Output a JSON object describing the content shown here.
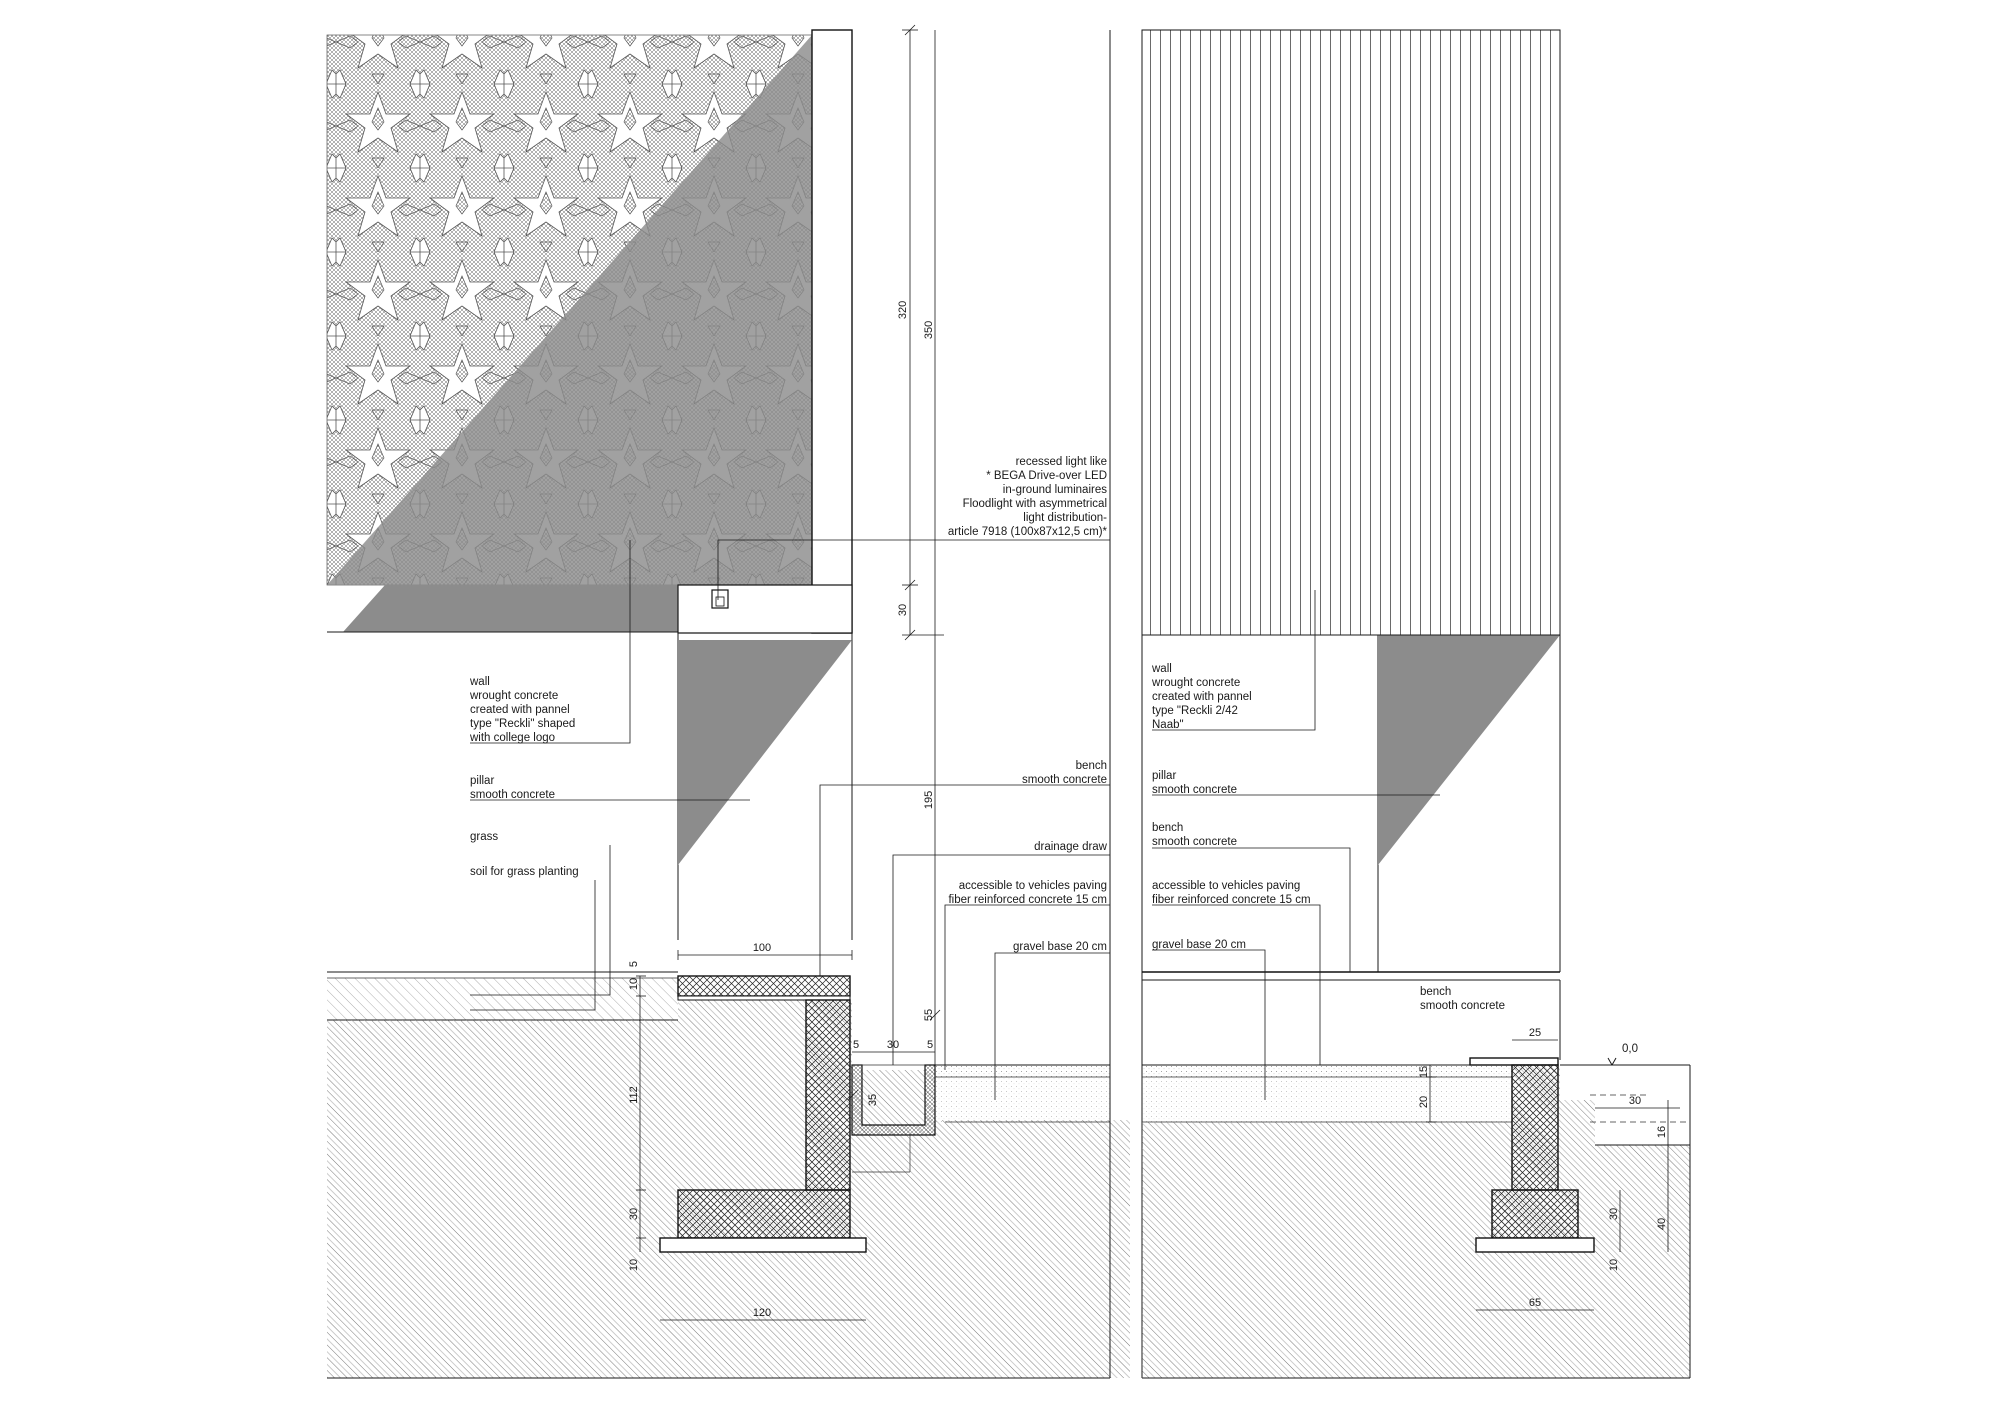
{
  "labels": {
    "recessed_light": [
      "recessed light like",
      "* BEGA Drive-over LED",
      "in-ground luminaires",
      "Floodlight with asymmetrical",
      "light distribution-",
      "article 7918 (100x87x12,5 cm)*"
    ],
    "wall_left": [
      "wall",
      "wrought concrete",
      "created with pannel",
      "type \"Reckli\" shaped",
      "with college logo"
    ],
    "pillar_left": [
      "pillar",
      "smooth concrete"
    ],
    "grass": "grass",
    "soil": "soil for grass planting",
    "bench_left": [
      "bench",
      "smooth concrete"
    ],
    "drainage": "drainage draw",
    "paving_left": [
      "accessible to vehicles paving",
      "fiber reinforced concrete 15 cm"
    ],
    "gravel_left": "gravel base 20 cm",
    "wall_right": [
      "wall",
      "wrought concrete",
      "created with pannel",
      "type \"Reckli 2/42",
      "Naab\""
    ],
    "pillar_right": [
      "pillar",
      "smooth concrete"
    ],
    "bench_right_upper": [
      "bench",
      "smooth concrete"
    ],
    "paving_right": [
      "accessible to vehicles paving",
      "fiber reinforced concrete 15 cm"
    ],
    "gravel_right": "gravel base 20 cm",
    "bench_right_lower": [
      "bench",
      "smooth concrete"
    ],
    "level": "0,0"
  },
  "dimensions": {
    "d320": "320",
    "d350": "350",
    "d30_top": "30",
    "d195": "195",
    "d55": "55",
    "d100": "100",
    "d10": "10",
    "d5": "5",
    "d112": "112",
    "d30_footing": "30",
    "d10_base": "10",
    "d120": "120",
    "d5a": "5",
    "d30_drain": "30",
    "d5b": "5",
    "d35": "35",
    "d15": "15",
    "d20": "20",
    "d25": "25",
    "d30_step": "30",
    "d16": "16",
    "d30_r": "30",
    "d40": "40",
    "d10_r": "10",
    "d65": "65"
  },
  "colors": {
    "shadow": "#8c8c8c",
    "ink": "#1a1a1a"
  }
}
